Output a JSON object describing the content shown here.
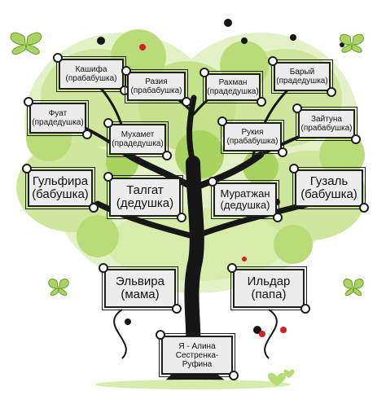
{
  "colors": {
    "leaf_light": "#dcedb8",
    "leaf_mid": "#b9dc78",
    "leaf_dark": "#8cc63f",
    "trunk": "#161616",
    "frame_fill": "#ececec",
    "frame_border": "#1e1e1e",
    "ladybug": "#d62020"
  },
  "tree": {
    "great_grandparents": [
      {
        "text": "Кашифа\n(прабабушка)"
      },
      {
        "text": "Разия\n(прабабушка)"
      },
      {
        "text": "Рахман\n(прадедушка)"
      },
      {
        "text": "Барый\n(прадедушка)"
      },
      {
        "text": "Фуат\n(прадедушка)"
      },
      {
        "text": "Мухамет\n(прадедушка)"
      },
      {
        "text": "Рукия\n(прабабушка)"
      },
      {
        "text": "Зайтуна\n(прабабушка)"
      }
    ],
    "grandparents": [
      {
        "text": "Гульфира\n(бабушка)"
      },
      {
        "text": "Талгат\n(дедушка)"
      },
      {
        "text": "Муратжан\n(дедушка)"
      },
      {
        "text": "Гузаль\n(бабушка)"
      }
    ],
    "parents": [
      {
        "text": "Эльвира\n(мама)"
      },
      {
        "text": "Ильдар\n(папа)"
      }
    ],
    "self": {
      "text": "Я - Алина\nСестренка-Руфина"
    }
  },
  "icons": [
    "butterfly-icon",
    "flower-icon",
    "ladybug-icon",
    "heart-icon",
    "leaf-icon"
  ]
}
